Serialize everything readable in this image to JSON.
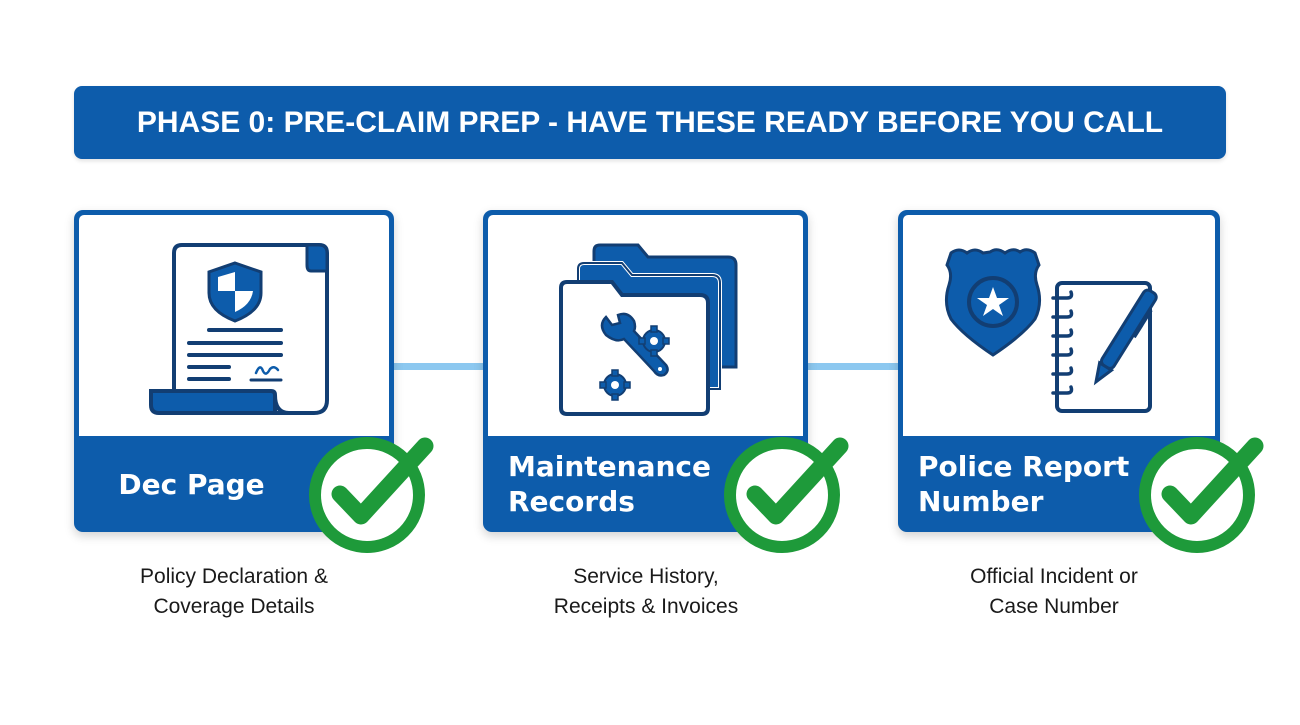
{
  "banner": {
    "title": "PHASE 0: PRE-CLAIM PREP - HAVE THESE READY BEFORE YOU CALL"
  },
  "colors": {
    "primary_blue": "#0d5cab",
    "connector_blue": "#8cc8f0",
    "check_green": "#1e9a3a",
    "text_dark": "#1a1a1a"
  },
  "cards": [
    {
      "title": "Dec Page",
      "icon": "insurance-policy-document-icon",
      "caption_line1": "Policy Declaration &",
      "caption_line2": "Coverage Details",
      "status": "checked"
    },
    {
      "title_line1": "Maintenance",
      "title_line2": "Records",
      "icon": "maintenance-folders-icon",
      "caption_line1": "Service History,",
      "caption_line2": "Receipts & Invoices",
      "status": "checked"
    },
    {
      "title_line1": "Police Report",
      "title_line2": "Number",
      "icon": "police-badge-notepad-icon",
      "caption_line1": "Official Incident or",
      "caption_line2": "Case Number",
      "status": "checked"
    }
  ]
}
